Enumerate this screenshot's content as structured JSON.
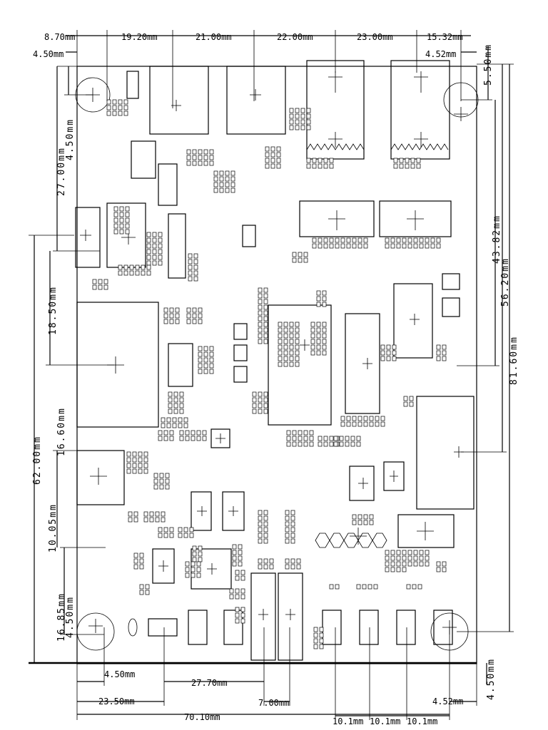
{
  "drawing": {
    "top_dims": [
      "8.70mm",
      "19.20mm",
      "21.00mm",
      "22.00mm",
      "23.00mm",
      "15.32mm"
    ],
    "top_left_offset": "4.50mm",
    "top_right_offset": "4.52mm",
    "right_top_offset": "5.50mm",
    "right_dims": [
      "43.82mm",
      "56.20mm",
      "81.60mm"
    ],
    "left_dims": [
      "27.00mm",
      "4.50mm",
      "18.50mm",
      "62.00mm",
      "16.60mm",
      "10.05mm",
      "16.85mm",
      "4.50mm"
    ],
    "bottom_dims": [
      "4.50mm",
      "27.70mm",
      "23.50mm",
      "7.00mm",
      "70.10mm",
      "4.52mm"
    ],
    "bottom_spacing": [
      "10.1mm",
      "10.1mm",
      "10.1mm"
    ],
    "bottom_right_offset": "4.50mm"
  }
}
